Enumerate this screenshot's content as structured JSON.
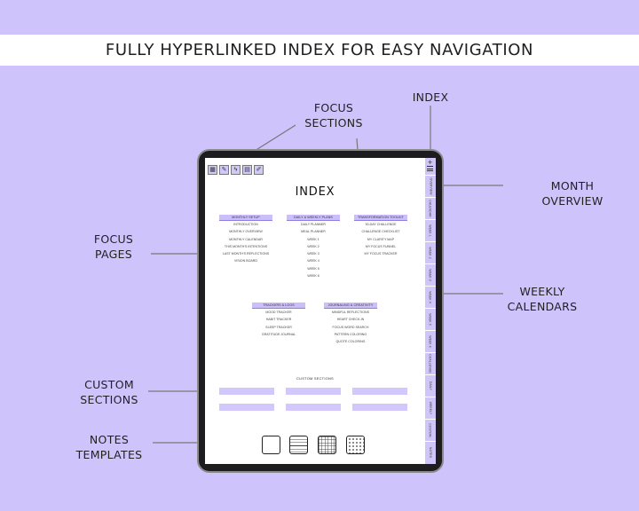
{
  "banner": {
    "title": "FULLY HYPERLINKED INDEX FOR EASY NAVIGATION"
  },
  "callouts": {
    "focus_sections": [
      "FOCUS",
      "SECTIONS"
    ],
    "index": [
      "INDEX"
    ],
    "month_overview": [
      "MONTH",
      "OVERVIEW"
    ],
    "focus_pages": [
      "FOCUS",
      "PAGES"
    ],
    "weekly_calendars": [
      "WEEKLY",
      "CALENDARS"
    ],
    "custom_sections": [
      "CUSTOM",
      "SECTIONS"
    ],
    "notes_templates": [
      "NOTES",
      "TEMPLATES"
    ]
  },
  "tablet": {
    "top_icons": [
      {
        "icon": "calendar-icon",
        "glyph": "▦"
      },
      {
        "icon": "edit-icon",
        "glyph": "✎"
      },
      {
        "icon": "bulb-icon",
        "glyph": "ϟ"
      },
      {
        "icon": "book-icon",
        "glyph": "▤"
      },
      {
        "icon": "pen-icon",
        "glyph": "✐"
      }
    ],
    "sidebar": {
      "plus": "+",
      "tabs": [
        "OVERVIEW",
        "CALENDAR",
        "WEEK 1",
        "WEEK 2",
        "WEEK 3",
        "WEEK 4",
        "WEEK 5",
        "WEEK 6",
        "CHALLENGE",
        "DAILY",
        "WEEKLY",
        "CUSTOM",
        "NOTES"
      ]
    },
    "index_title": "INDEX",
    "sections": {
      "monthly_setup": {
        "title": "MONTHLY SETUP",
        "items": [
          "INTRODUCTION",
          "MONTHLY OVERVIEW",
          "MONTHLY CALENDAR",
          "THIS MONTH'S INTENTIONS",
          "LAST MONTH'S REFLECTIONS",
          "VISION BOARD"
        ]
      },
      "daily_weekly": {
        "title": "DAILY & WEEKLY PLANS",
        "items": [
          "DAILY PLANNER",
          "MEAL PLANNER",
          "WEEK 1",
          "WEEK 2",
          "WEEK 3",
          "WEEK 4",
          "WEEK 5",
          "WEEK 6"
        ]
      },
      "transformation": {
        "title": "TRANSFORMATION TOOLKIT",
        "items": [
          "30-DAY CHALLENGE",
          "CHALLENGE CHECKLIST",
          "MY CLARITY MAP",
          "MY FOCUS FUNNEL",
          "MY FOCUS TRACKER"
        ]
      },
      "trackers": {
        "title": "TRACKERS & LOGS",
        "items": [
          "MOOD TRACKER",
          "HABIT TRACKER",
          "SLEEP TRACKER",
          "GRATITUDE JOURNAL"
        ]
      },
      "journaling": {
        "title": "JOURNALING & CREATIVITY",
        "items": [
          "MINDFUL REFLECTIONS",
          "HEART CHECK-IN",
          "FOCUS WORD SEARCH",
          "PATTERN COLORING",
          "QUOTE COLORING"
        ]
      }
    },
    "custom_sections_label": "CUSTOM SECTIONS",
    "templates": [
      "blank-template",
      "lined-template",
      "grid-template",
      "dot-template"
    ]
  },
  "colors": {
    "background": "#cfc3fc",
    "accent": "#cbbefa",
    "tablet": "#1d1d1f"
  }
}
